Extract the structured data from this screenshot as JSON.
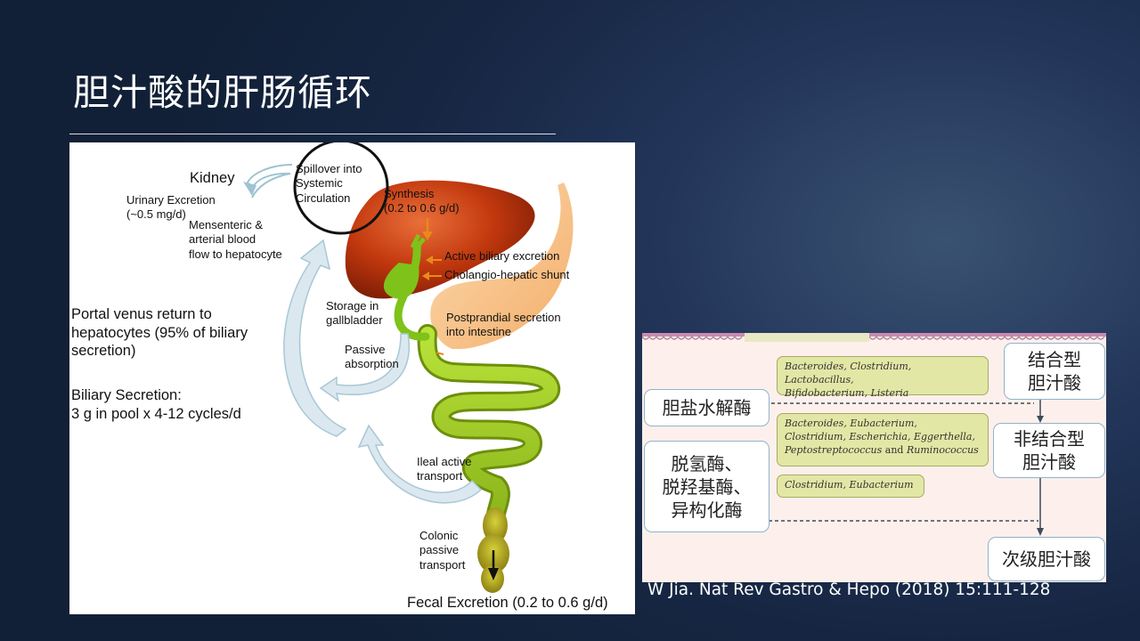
{
  "slide": {
    "title": "胆汁酸的肝肠循环",
    "citation": "W Jia. Nat Rev Gastro & Hepo (2018) 15:111-128"
  },
  "diagram": {
    "kidney": "Kidney",
    "urinary": "Urinary Excretion\n(~0.5 mg/d)",
    "mesenteric": "Mensenteric &\narterial blood\nflow to hepatocyte",
    "spillover": "Spillover into\nSystemic\nCirculation",
    "synthesis": "Synthesis\n(0.2 to 0.6 g/d)",
    "active_biliary": "Active biliary excretion",
    "cholangio": "Cholangio-hepatic shunt",
    "storage": "Storage in\ngallbladder",
    "postprandial": "Postprandial secretion\ninto intestine",
    "passive_absorption": "Passive\nabsorption",
    "portal": "Portal venus return to\nhepatocytes (95% of biliary\nsecretion)",
    "biliary_secretion": "Biliary Secretion:\n3 g in pool x 4-12 cycles/d",
    "ileal": "Ileal active\ntransport",
    "colonic": "Colonic\npassive\ntransport",
    "fecal": "Fecal Excretion (0.2 to 0.6 g/d)"
  },
  "metabolism": {
    "conjugated": "结合型\n胆汁酸",
    "bsh": "胆盐水解酶",
    "unconjugated": "非结合型\n胆汁酸",
    "enzymes": "脱氢酶、\n脱羟基酶、\n异构化酶",
    "secondary": "次级胆汁酸",
    "bact1": "Bacteroides, Clostridium, Lactobacillus,\nBifidobacterium, Listeria",
    "bact2_a": "Bacteroides, Eubacterium,\nClostridium, Escherichia, Eggerthella,\nPeptostreptococcus",
    "bact2_b": " and ",
    "bact2_c": "Ruminococcus",
    "bact3": "Clostridium, Eubacterium"
  },
  "colors": {
    "liver": "#c0390f",
    "gallbladder": "#7fc21a",
    "intestine": "#9ccc1f",
    "stomach": "#f6b26b",
    "arrow": "#bcd8e6",
    "slide_bg": "#172744"
  }
}
